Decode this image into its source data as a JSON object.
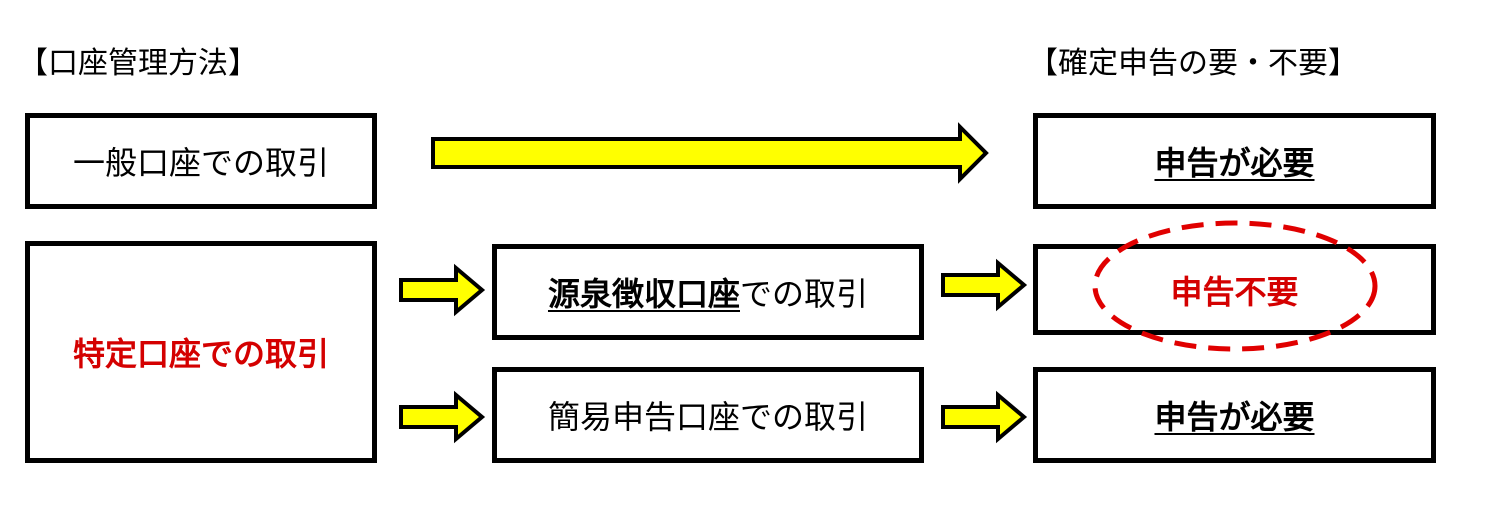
{
  "headings": {
    "left": "【口座管理方法】",
    "right": "【確定申告の要・不要】"
  },
  "boxes": {
    "general_account": "一般口座での取引",
    "specific_account": "特定口座での取引",
    "withholding_emph": "源泉徴収口座",
    "withholding_rest": "での取引",
    "simple_account": "簡易申告口座での取引",
    "result_general": "申告が必要",
    "result_withholding": "申告不要",
    "result_simple": "申告が必要"
  },
  "colors": {
    "arrow_fill": "#ffff00",
    "arrow_stroke": "#000000",
    "emphasis_red": "#d40000",
    "ellipse_red": "#e00000"
  }
}
